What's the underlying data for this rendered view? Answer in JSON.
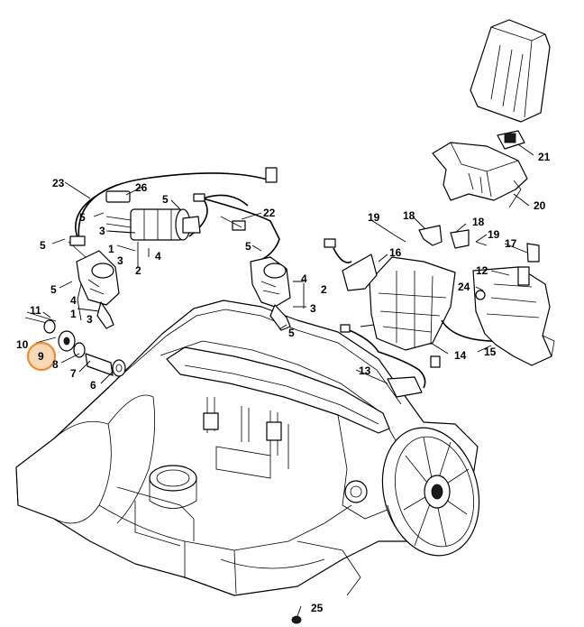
{
  "highlight_color": "#f08a2c",
  "highlighted_part": "9",
  "callouts": {
    "c1": "1",
    "c2": "2",
    "c3": "3",
    "c4": "4",
    "c5": "5",
    "c6": "6",
    "c7": "7",
    "c8": "8",
    "c9": "9",
    "c10": "10",
    "c11": "11",
    "c12": "12",
    "c13": "13",
    "c14": "14",
    "c15": "15",
    "c16": "16",
    "c17": "17",
    "c18": "18",
    "c19": "19",
    "c20": "20",
    "c21": "21",
    "c22": "22",
    "c23": "23",
    "c24": "24",
    "c25": "25",
    "c26": "26"
  }
}
